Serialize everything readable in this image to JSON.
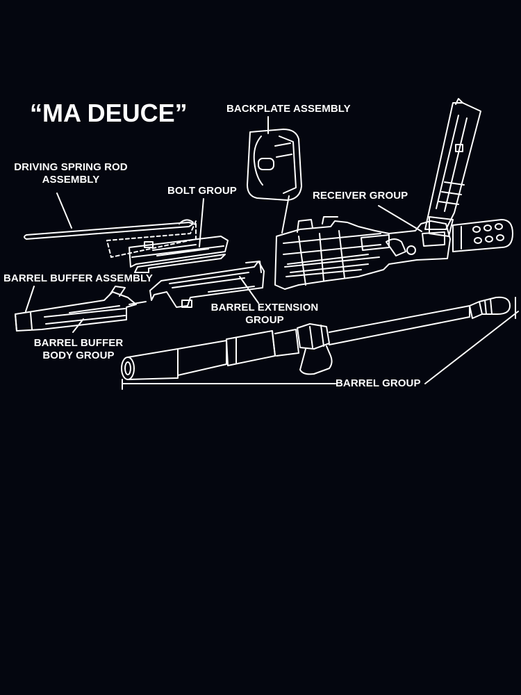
{
  "title": "“MA DEUCE”",
  "colors": {
    "background": "#04060f",
    "ink": "#ffffff"
  },
  "labels": {
    "backplate": "BACKPLATE ASSEMBLY",
    "driving_spring_rod": [
      "DRIVING SPRING ROD",
      "ASSEMBLY"
    ],
    "bolt_group": "BOLT GROUP",
    "receiver_group": "RECEIVER GROUP",
    "barrel_buffer_assembly": "BARREL BUFFER ASSEMBLY",
    "barrel_extension": [
      "BARREL EXTENSION",
      "GROUP"
    ],
    "barrel_buffer_body": [
      "BARREL BUFFER",
      "BODY GROUP"
    ],
    "barrel_group": "BARREL GROUP"
  }
}
